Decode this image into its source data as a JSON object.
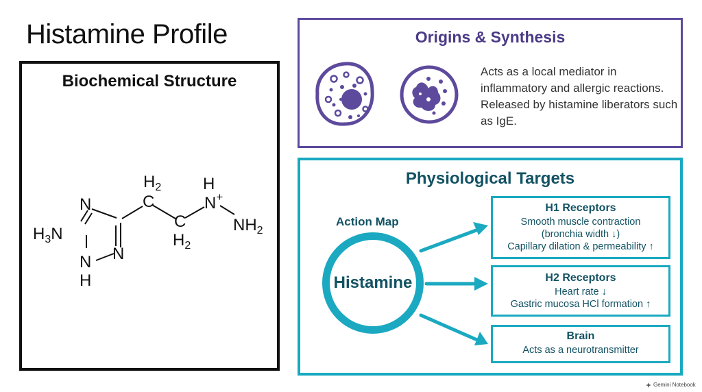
{
  "title": "Histamine Profile",
  "structure": {
    "title": "Biochemical Structure",
    "atoms": {
      "h2_top": "H",
      "h2_top_sub": "2",
      "c_top": "C",
      "c_bottom": "C",
      "h2_bottom": "H",
      "h2_bottom_sub": "2",
      "h_top": "H",
      "n_plus": "N",
      "plus": "+",
      "nh2": "NH",
      "nh2_sub": "2",
      "n_ring_top": "N",
      "h3n_h": "H",
      "h3n_sub": "3",
      "h3n_n": "N",
      "n_ring_bottom": "N",
      "nh_n": "N",
      "nh_h": "H"
    }
  },
  "origins": {
    "title": "Origins & Synthesis",
    "description": "Acts as a local mediator in inflammatory and allergic reactions. Released by histamine liberators such as IgE.",
    "icons": [
      "mast-cell-icon",
      "basophil-icon"
    ],
    "color": "#5d4a9c"
  },
  "targets": {
    "title": "Physiological Targets",
    "action_map_label": "Action Map",
    "hub_label": "Histamine",
    "h1": {
      "title": "H1 Receptors",
      "lines": [
        "Smooth muscle contraction",
        "(bronchia width ↓)",
        "Capillary dilation & permeability ↑"
      ]
    },
    "h2": {
      "title": "H2 Receptors",
      "lines": [
        "Heart rate ↓",
        "Gastric mucosa HCl formation ↑"
      ]
    },
    "brain": {
      "title": "Brain",
      "lines": [
        "Acts as a neurotransmitter"
      ]
    },
    "color": "#1aa9c1"
  },
  "watermark": "Gemini Notebook"
}
